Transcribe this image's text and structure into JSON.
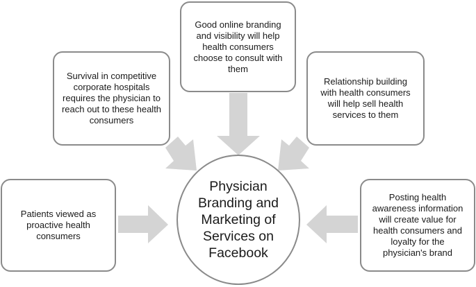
{
  "colors": {
    "box_border": "#8a8a8a",
    "arrow_fill": "#d4d4d4",
    "text": "#1a1a1a",
    "background": "#ffffff"
  },
  "center": {
    "text": "Physician Branding and Marketing of Services on Facebook"
  },
  "boxes": {
    "top": "Good online branding and visibility will help health consumers choose to consult with them",
    "left_upper": "Survival in competitive corporate hospitals requires the physician  to reach out to these health consumers",
    "right_upper": "Relationship building with health consumers will help sell health services to them",
    "left_lower": "Patients viewed as proactive health consumers",
    "right_lower": "Posting health awareness information will create value for health consumers and loyalty for the physician's brand"
  }
}
